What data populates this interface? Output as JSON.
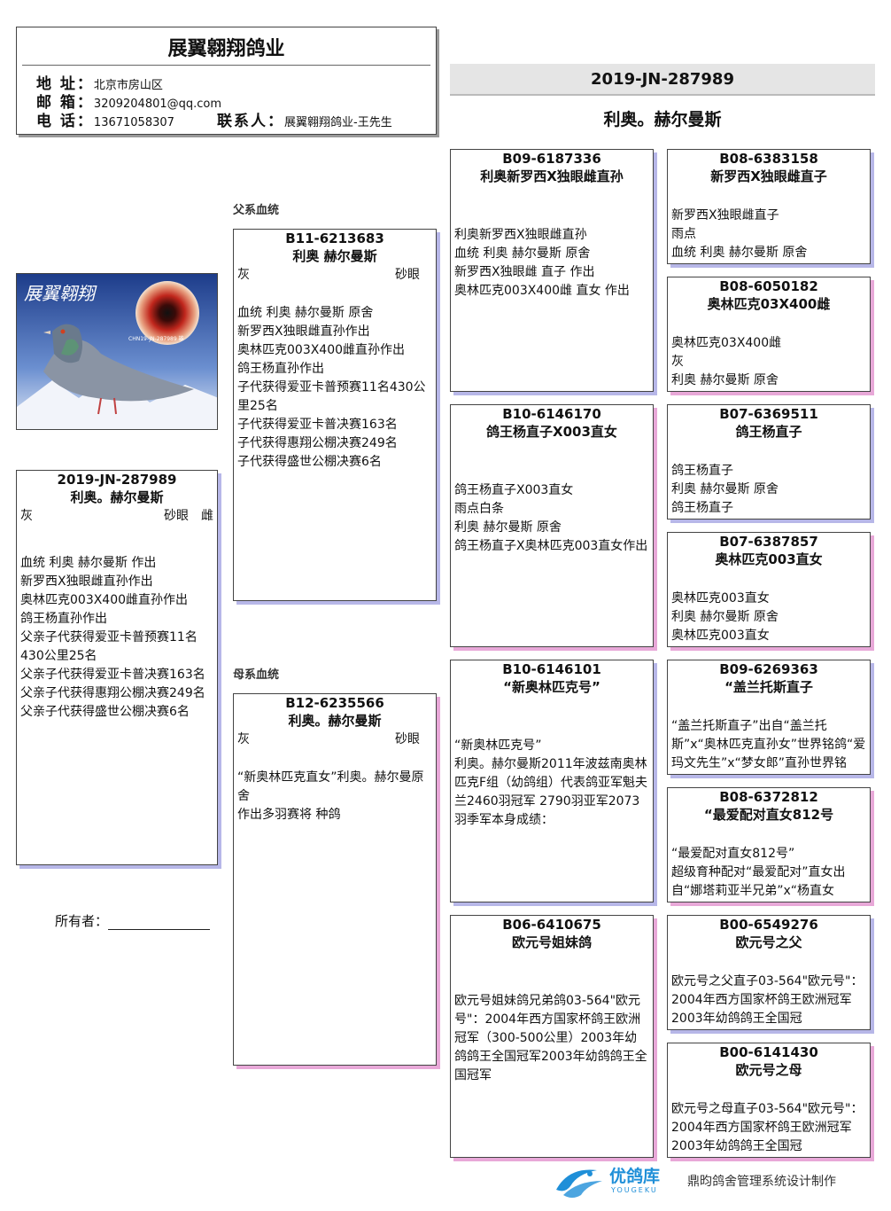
{
  "header": {
    "title": "展翼翱翔鸽业",
    "address_label": "地 址：",
    "address": "北京市房山区",
    "email_label": "邮 箱：",
    "email": "3209204801@qq.com",
    "phone_label": "电 话：",
    "phone": "13671058307",
    "contact_label": "联系人：",
    "contact": "展翼翱翔鸽业-王先生"
  },
  "top_right": {
    "ring": "2019-JN-287989",
    "name": "利奥。赫尔曼斯"
  },
  "labels": {
    "father_line": "父系血统",
    "mother_line": "母系血统",
    "owner": "所有者："
  },
  "photo": {
    "brand_text": "展翼翱翔",
    "caption": "CHN19-JN-287989 雄"
  },
  "subject": {
    "ring": "2019-JN-287989",
    "name": "利奥。赫尔曼斯",
    "color": "灰",
    "eye": "砂眼",
    "sex": "雌",
    "desc": "血统 利奥 赫尔曼斯 作出\n新罗西X独眼雌直孙作出\n奥林匹克003X400雌直孙作出\n鸽王杨直孙作出\n父亲子代获得爱亚卡普预赛11名430公里25名\n父亲子代获得爱亚卡普决赛163名\n父亲子代获得惠翔公棚决赛249名\n父亲子代获得盛世公棚决赛6名"
  },
  "father": {
    "ring": "B11-6213683",
    "name": "利奥 赫尔曼斯",
    "color": "灰",
    "eye": "砂眼",
    "desc": "血统 利奥 赫尔曼斯 原舍\n新罗西X独眼雌直孙作出\n奥林匹克003X400雌直孙作出\n鸽王杨直孙作出\n子代获得爱亚卡普预赛11名430公里25名\n子代获得爱亚卡普决赛163名\n子代获得惠翔公棚决赛249名\n子代获得盛世公棚决赛6名"
  },
  "mother": {
    "ring": "B12-6235566",
    "name": "利奥。赫尔曼斯",
    "color": "灰",
    "eye": "砂眼",
    "desc": "“新奥林匹克直女”利奥。赫尔曼原舍\n作出多羽赛将 种鸽"
  },
  "gp": [
    {
      "ring": "B09-6187336",
      "name": "利奥新罗西X独眼雌直孙",
      "desc": "利奥新罗西X独眼雌直孙\n血统 利奥 赫尔曼斯 原舍\n新罗西X独眼雌 直子 作出\n奥林匹克003X400雌 直女 作出"
    },
    {
      "ring": "B10-6146170",
      "name": "鸽王杨直子X003直女",
      "desc": "鸽王杨直子X003直女\n雨点白条\n利奥 赫尔曼斯 原舍\n鸽王杨直子X奥林匹克003直女作出"
    },
    {
      "ring": "B10-6146101",
      "name": "“新奥林匹克号”",
      "desc": "“新奥林匹克号”\n利奥。赫尔曼斯2011年波兹南奥林匹克F组（幼鸽组）代表鸽亚军魁夫兰2460羽冠军 2790羽亚军2073羽季军本身成绩："
    },
    {
      "ring": "B06-6410675",
      "name": "欧元号姐妹鸽",
      "desc": "欧元号姐妹鸽兄弟鸽03-564\"欧元号\"：2004年西方国家杯鸽王欧洲冠军（300-500公里）2003年幼鸽鸽王全国冠军2003年幼鸽鸽王全国冠军"
    }
  ],
  "ggp": [
    {
      "ring": "B08-6383158",
      "name": "新罗西X独眼雌直子",
      "desc": "新罗西X独眼雌直子\n雨点\n血统 利奥 赫尔曼斯 原舍"
    },
    {
      "ring": "B08-6050182",
      "name": "奥林匹克03X400雌",
      "desc": "奥林匹克03X400雌\n灰\n利奥 赫尔曼斯 原舍"
    },
    {
      "ring": "B07-6369511",
      "name": "鸽王杨直子",
      "desc": "鸽王杨直子\n利奥 赫尔曼斯 原舍\n鸽王杨直子"
    },
    {
      "ring": "B07-6387857",
      "name": "奥林匹克003直女",
      "desc": "奥林匹克003直女\n利奥 赫尔曼斯 原舍\n奥林匹克003直女"
    },
    {
      "ring": "B09-6269363",
      "name": "“盖兰托斯直子",
      "desc": "“盖兰托斯直子”出自“盖兰托斯”x“奥林匹克直孙女”世界铭鸽“爱玛文先生”x“梦女郎”直孙世界铭"
    },
    {
      "ring": "B08-6372812",
      "name": "“最爱配对直女812号",
      "desc": "“最爱配对直女812号”\n超级育种配对“最爱配对”直女出自“娜塔莉亚半兄弟”x“杨直女"
    },
    {
      "ring": "B00-6549276",
      "name": "欧元号之父",
      "desc": "欧元号之父直子03-564\"欧元号\"：2004年西方国家杯鸽王欧洲冠军2003年幼鸽鸽王全国冠"
    },
    {
      "ring": "B00-6141430",
      "name": "欧元号之母",
      "desc": "欧元号之母直子03-564\"欧元号\"：2004年西方国家杯鸽王欧洲冠军2003年幼鸽鸽王全国冠"
    }
  ],
  "footer": {
    "logo_cn": "优鸽库",
    "logo_en": "YOUGEKU",
    "credit": "鼎昀鸽舍管理系统设计制作"
  },
  "colors": {
    "shadow_blue": "#b7b7e8",
    "shadow_pink": "#e8a8d8",
    "logo_blue": "#1f8fd8"
  }
}
